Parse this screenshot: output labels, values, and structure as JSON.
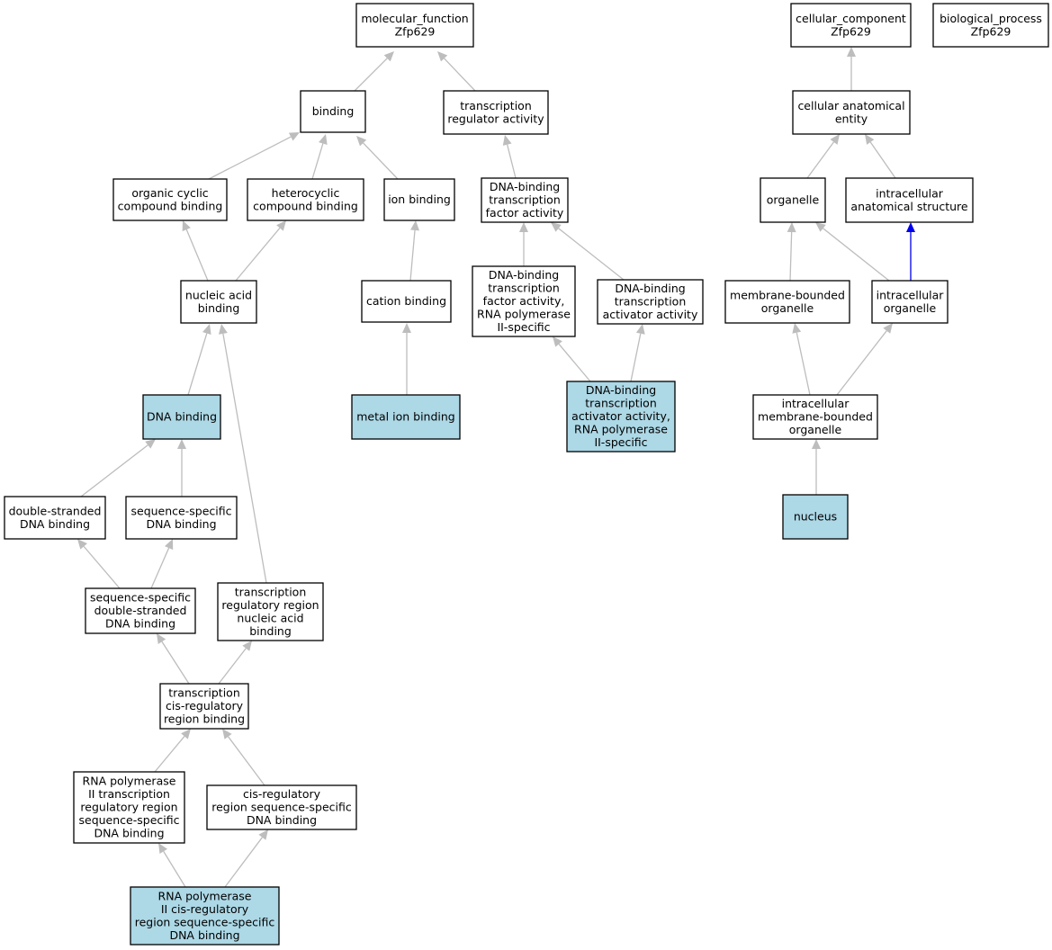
{
  "colors": {
    "highlight": "#add8e6",
    "plain": "#ffffff",
    "edge": "#bdbdbd",
    "edge_highlight": "#0000ee"
  },
  "nodes": {
    "molecular_function": {
      "lines": [
        "molecular_function",
        "Zfp629"
      ],
      "highlight": false
    },
    "binding": {
      "lines": [
        "binding"
      ],
      "highlight": false
    },
    "transcription_regulator_activity": {
      "lines": [
        "transcription",
        "regulator activity"
      ],
      "highlight": false
    },
    "organic_cyclic_compound_binding": {
      "lines": [
        "organic cyclic",
        "compound binding"
      ],
      "highlight": false
    },
    "heterocyclic_compound_binding": {
      "lines": [
        "heterocyclic",
        "compound binding"
      ],
      "highlight": false
    },
    "ion_binding": {
      "lines": [
        "ion binding"
      ],
      "highlight": false
    },
    "dna_binding_tf_activity": {
      "lines": [
        "DNA-binding",
        "transcription",
        "factor activity"
      ],
      "highlight": false
    },
    "nucleic_acid_binding": {
      "lines": [
        "nucleic acid",
        "binding"
      ],
      "highlight": false
    },
    "cation_binding": {
      "lines": [
        "cation binding"
      ],
      "highlight": false
    },
    "dna_binding_tf_activity_rnap2": {
      "lines": [
        "DNA-binding",
        "transcription",
        "factor activity,",
        "RNA polymerase",
        "II-specific"
      ],
      "highlight": false
    },
    "dna_binding_activator_activity": {
      "lines": [
        "DNA-binding",
        "transcription",
        "activator activity"
      ],
      "highlight": false
    },
    "dna_binding": {
      "lines": [
        "DNA binding"
      ],
      "highlight": true
    },
    "metal_ion_binding": {
      "lines": [
        "metal ion binding"
      ],
      "highlight": true
    },
    "dna_binding_activator_activity_rnap2": {
      "lines": [
        "DNA-binding",
        "transcription",
        "activator activity,",
        "RNA polymerase",
        "II-specific"
      ],
      "highlight": true
    },
    "double_stranded_dna_binding": {
      "lines": [
        "double-stranded",
        "DNA binding"
      ],
      "highlight": false
    },
    "sequence_specific_dna_binding": {
      "lines": [
        "sequence-specific",
        "DNA binding"
      ],
      "highlight": false
    },
    "seq_specific_ds_dna_binding": {
      "lines": [
        "sequence-specific",
        "double-stranded",
        "DNA binding"
      ],
      "highlight": false
    },
    "transcription_regulatory_region_na_binding": {
      "lines": [
        "transcription",
        "regulatory region",
        "nucleic acid",
        "binding"
      ],
      "highlight": false
    },
    "transcription_cis_regulatory_region_binding": {
      "lines": [
        "transcription",
        "cis-regulatory",
        "region binding"
      ],
      "highlight": false
    },
    "rnap2_transcription_regulatory_region_ss_dna_binding": {
      "lines": [
        "RNA polymerase",
        "II transcription",
        "regulatory region",
        "sequence-specific",
        "DNA binding"
      ],
      "highlight": false
    },
    "cis_regulatory_region_ss_dna_binding": {
      "lines": [
        "cis-regulatory",
        "region sequence-specific",
        "DNA binding"
      ],
      "highlight": false
    },
    "rnap2_cis_regulatory_region_ss_dna_binding": {
      "lines": [
        "RNA polymerase",
        "II cis-regulatory",
        "region sequence-specific",
        "DNA binding"
      ],
      "highlight": true
    },
    "cellular_component": {
      "lines": [
        "cellular_component",
        "Zfp629"
      ],
      "highlight": false
    },
    "biological_process": {
      "lines": [
        "biological_process",
        "Zfp629"
      ],
      "highlight": false
    },
    "cellular_anatomical_entity": {
      "lines": [
        "cellular anatomical",
        "entity"
      ],
      "highlight": false
    },
    "organelle": {
      "lines": [
        "organelle"
      ],
      "highlight": false
    },
    "intracellular_anatomical_structure": {
      "lines": [
        "intracellular",
        "anatomical structure"
      ],
      "highlight": false
    },
    "membrane_bounded_organelle": {
      "lines": [
        "membrane-bounded",
        "organelle"
      ],
      "highlight": false
    },
    "intracellular_organelle": {
      "lines": [
        "intracellular",
        "organelle"
      ],
      "highlight": false
    },
    "intracellular_membrane_bounded_organelle": {
      "lines": [
        "intracellular",
        "membrane-bounded",
        "organelle"
      ],
      "highlight": false
    },
    "nucleus": {
      "lines": [
        "nucleus"
      ],
      "highlight": true
    }
  },
  "edges": [
    {
      "child": "binding",
      "parent": "molecular_function"
    },
    {
      "child": "transcription_regulator_activity",
      "parent": "molecular_function"
    },
    {
      "child": "organic_cyclic_compound_binding",
      "parent": "binding"
    },
    {
      "child": "heterocyclic_compound_binding",
      "parent": "binding"
    },
    {
      "child": "ion_binding",
      "parent": "binding"
    },
    {
      "child": "dna_binding_tf_activity",
      "parent": "transcription_regulator_activity"
    },
    {
      "child": "nucleic_acid_binding",
      "parent": "organic_cyclic_compound_binding"
    },
    {
      "child": "nucleic_acid_binding",
      "parent": "heterocyclic_compound_binding"
    },
    {
      "child": "cation_binding",
      "parent": "ion_binding"
    },
    {
      "child": "dna_binding_tf_activity_rnap2",
      "parent": "dna_binding_tf_activity"
    },
    {
      "child": "dna_binding_activator_activity",
      "parent": "dna_binding_tf_activity"
    },
    {
      "child": "dna_binding",
      "parent": "nucleic_acid_binding"
    },
    {
      "child": "transcription_regulatory_region_na_binding",
      "parent": "nucleic_acid_binding"
    },
    {
      "child": "metal_ion_binding",
      "parent": "cation_binding"
    },
    {
      "child": "dna_binding_activator_activity_rnap2",
      "parent": "dna_binding_tf_activity_rnap2"
    },
    {
      "child": "dna_binding_activator_activity_rnap2",
      "parent": "dna_binding_activator_activity"
    },
    {
      "child": "double_stranded_dna_binding",
      "parent": "dna_binding"
    },
    {
      "child": "sequence_specific_dna_binding",
      "parent": "dna_binding"
    },
    {
      "child": "seq_specific_ds_dna_binding",
      "parent": "double_stranded_dna_binding"
    },
    {
      "child": "seq_specific_ds_dna_binding",
      "parent": "sequence_specific_dna_binding"
    },
    {
      "child": "transcription_cis_regulatory_region_binding",
      "parent": "seq_specific_ds_dna_binding"
    },
    {
      "child": "transcription_cis_regulatory_region_binding",
      "parent": "transcription_regulatory_region_na_binding"
    },
    {
      "child": "rnap2_transcription_regulatory_region_ss_dna_binding",
      "parent": "transcription_cis_regulatory_region_binding"
    },
    {
      "child": "cis_regulatory_region_ss_dna_binding",
      "parent": "transcription_cis_regulatory_region_binding"
    },
    {
      "child": "rnap2_cis_regulatory_region_ss_dna_binding",
      "parent": "rnap2_transcription_regulatory_region_ss_dna_binding"
    },
    {
      "child": "rnap2_cis_regulatory_region_ss_dna_binding",
      "parent": "cis_regulatory_region_ss_dna_binding"
    },
    {
      "child": "cellular_anatomical_entity",
      "parent": "cellular_component"
    },
    {
      "child": "organelle",
      "parent": "cellular_anatomical_entity"
    },
    {
      "child": "intracellular_anatomical_structure",
      "parent": "cellular_anatomical_entity"
    },
    {
      "child": "membrane_bounded_organelle",
      "parent": "organelle"
    },
    {
      "child": "intracellular_organelle",
      "parent": "organelle"
    },
    {
      "child": "intracellular_organelle",
      "parent": "intracellular_anatomical_structure",
      "highlight": true
    },
    {
      "child": "intracellular_membrane_bounded_organelle",
      "parent": "membrane_bounded_organelle"
    },
    {
      "child": "intracellular_membrane_bounded_organelle",
      "parent": "intracellular_organelle"
    },
    {
      "child": "nucleus",
      "parent": "intracellular_membrane_bounded_organelle"
    }
  ]
}
